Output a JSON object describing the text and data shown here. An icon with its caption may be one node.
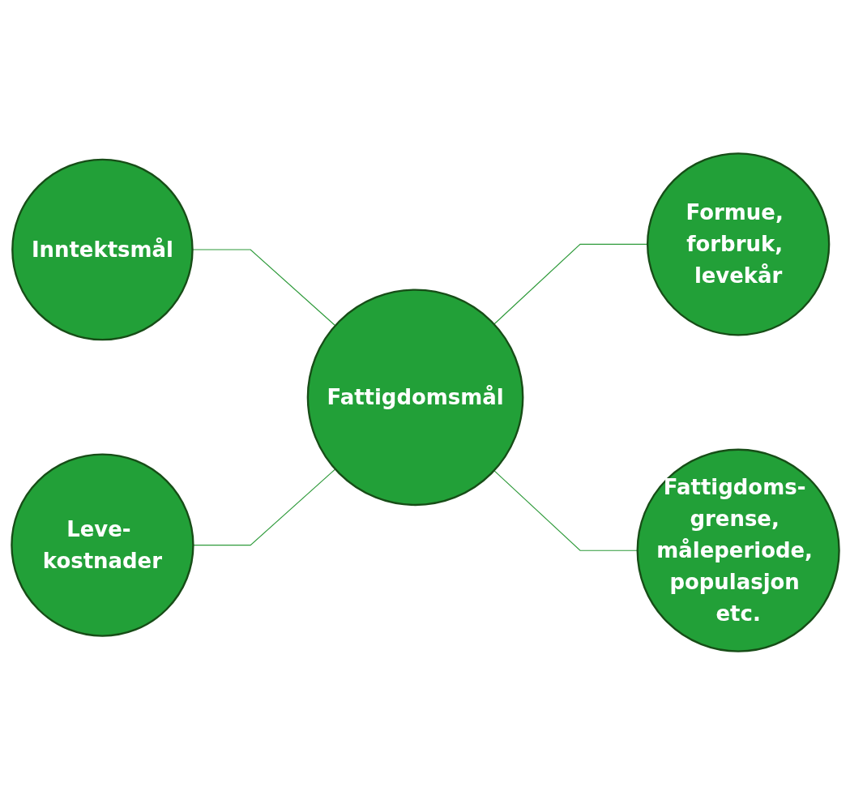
{
  "diagram": {
    "nodes": [
      {
        "text": [
          "Inntektsmål"
        ]
      },
      {
        "text": [
          "Formue, forbruk, levekår"
        ]
      },
      {
        "text": [
          "Fattigdomsmål"
        ]
      },
      {
        "text": [
          "Leve- kostnader"
        ]
      },
      {
        "text": [
          "Fattigdoms- grense, måleperiode, populasjon etc."
        ]
      }
    ],
    "edges": [
      {
        "from": 0,
        "to": 2,
        "arrow": "none"
      },
      {
        "from": 2,
        "to": 1,
        "arrow": "none"
      },
      {
        "from": 3,
        "to": 2,
        "arrow": "none"
      },
      {
        "from": 2,
        "to": 4,
        "arrow": "none"
      }
    ]
  }
}
